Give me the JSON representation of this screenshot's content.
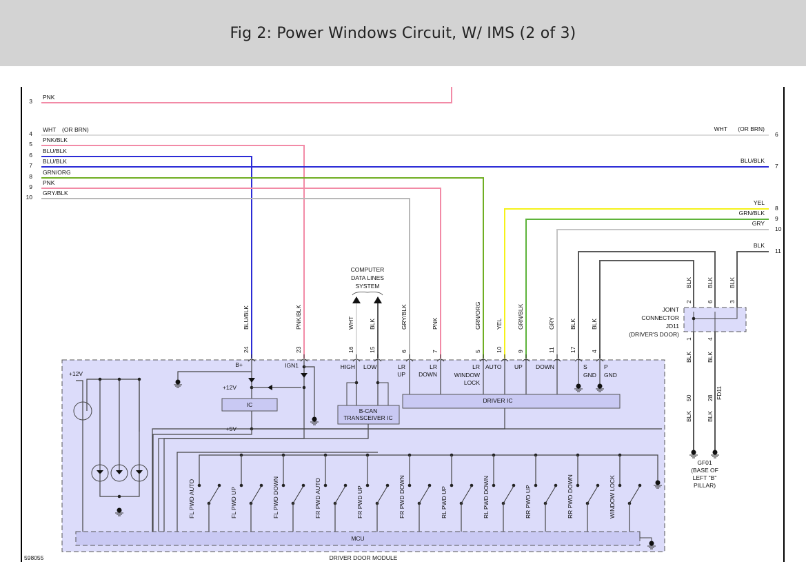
{
  "header": {
    "title": "Fig 2: Power Windows Circuit, W/ IMS (2 of 3)"
  },
  "colors": {
    "PNK": "#f28aa6",
    "WHT": "#dcdcdc",
    "BLU": "#2b2bd6",
    "GRN_ORG": "#6fae22",
    "GRY_BLK": "#b8b8b8",
    "YEL": "#f5f21a",
    "GRN_BLK": "#5db33a",
    "GRY": "#c4c4c4",
    "BLK": "#595959",
    "module_fill": "#dcdcfa",
    "ic_fill": "#c9c9f3"
  },
  "left_wires": [
    {
      "pin": "3",
      "label": "PNK",
      "color_key": "PNK"
    },
    {
      "pin": "4",
      "label": "WHT",
      "note": "(OR BRN)",
      "color_key": "WHT"
    },
    {
      "pin": "5",
      "label": "PNK/BLK",
      "color_key": "PNK"
    },
    {
      "pin": "6",
      "label": "BLU/BLK",
      "color_key": "BLU"
    },
    {
      "pin": "7",
      "label": "BLU/BLK",
      "color_key": "BLU"
    },
    {
      "pin": "8",
      "label": "GRN/ORG",
      "color_key": "GRN_ORG"
    },
    {
      "pin": "9",
      "label": "PNK",
      "color_key": "PNK"
    },
    {
      "pin": "10",
      "label": "GRY/BLK",
      "color_key": "GRY_BLK"
    }
  ],
  "right_wires": [
    {
      "pin": "6",
      "label": "WHT",
      "note": "(OR BRN)"
    },
    {
      "pin": "7",
      "label": "BLU/BLK"
    },
    {
      "pin": "8",
      "label": "YEL"
    },
    {
      "pin": "9",
      "label": "GRN/BLK"
    },
    {
      "pin": "10",
      "label": "GRY"
    },
    {
      "pin": "11",
      "label": "BLK"
    }
  ],
  "data_lines": {
    "line1": "COMPUTER",
    "line2": "DATA LINES",
    "line3": "SYSTEM"
  },
  "module_pins": [
    {
      "pin": "24",
      "wire": "BLU/BLK",
      "func": "B+"
    },
    {
      "pin": "23",
      "wire": "PNK/BLK",
      "func": "IGN1"
    },
    {
      "pin": "16",
      "wire": "WHT",
      "func": "HIGH"
    },
    {
      "pin": "15",
      "wire": "BLK",
      "func": "LOW"
    },
    {
      "pin": "6",
      "wire": "GRY/BLK",
      "func": "LR",
      "func2": "UP"
    },
    {
      "pin": "7",
      "wire": "PNK",
      "func": "LR",
      "func2": "DOWN"
    },
    {
      "pin": "5",
      "wire": "GRN/ORG",
      "func": "LR",
      "func2": "WINDOW",
      "func3": "LOCK"
    },
    {
      "pin": "10",
      "wire": "YEL",
      "func": "AUTO"
    },
    {
      "pin": "9",
      "wire": "GRN/BLK",
      "func": "UP"
    },
    {
      "pin": "11",
      "wire": "GRY",
      "func": "DOWN"
    },
    {
      "pin": "17",
      "wire": "BLK",
      "func": "S",
      "func2": "GND"
    },
    {
      "pin": "4",
      "wire": "BLK",
      "func": "P",
      "func2": "GND"
    }
  ],
  "internal": {
    "plus12v_left": "+12V",
    "plus12v": "+12V",
    "plus5v": "+5V",
    "ic": "IC",
    "bcan1": "B-CAN",
    "bcan2": "TRANSCEIVER IC",
    "driver_ic": "DRIVER IC",
    "mcu": "MCU",
    "module_name": "DRIVER DOOR MODULE"
  },
  "switches": [
    "FL PWD AUTO",
    "FL PWD UP",
    "FL PWD DOWN",
    "FR PWD AUTO",
    "FR PWD UP",
    "FR PWD DOWN",
    "RL PWD UP",
    "RL PWD DOWN",
    "RR PWD UP",
    "RR PWD DOWN",
    "WINDOW LOCK"
  ],
  "joint": {
    "l1": "JOINT",
    "l2": "CONNECTOR",
    "l3": "JD11",
    "l4": "(DRIVER'S DOOR)",
    "top_pins": [
      "2",
      "6",
      "3"
    ],
    "bottom_pins": [
      "1",
      "4"
    ],
    "wire": "BLK",
    "lower_pins": [
      "50",
      "28"
    ],
    "connector": "FD11"
  },
  "ground": {
    "l1": "GF01",
    "l2": "(BASE OF",
    "l3": "LEFT \"B\"",
    "l4": "PILLAR)"
  },
  "figure_id": "598055"
}
